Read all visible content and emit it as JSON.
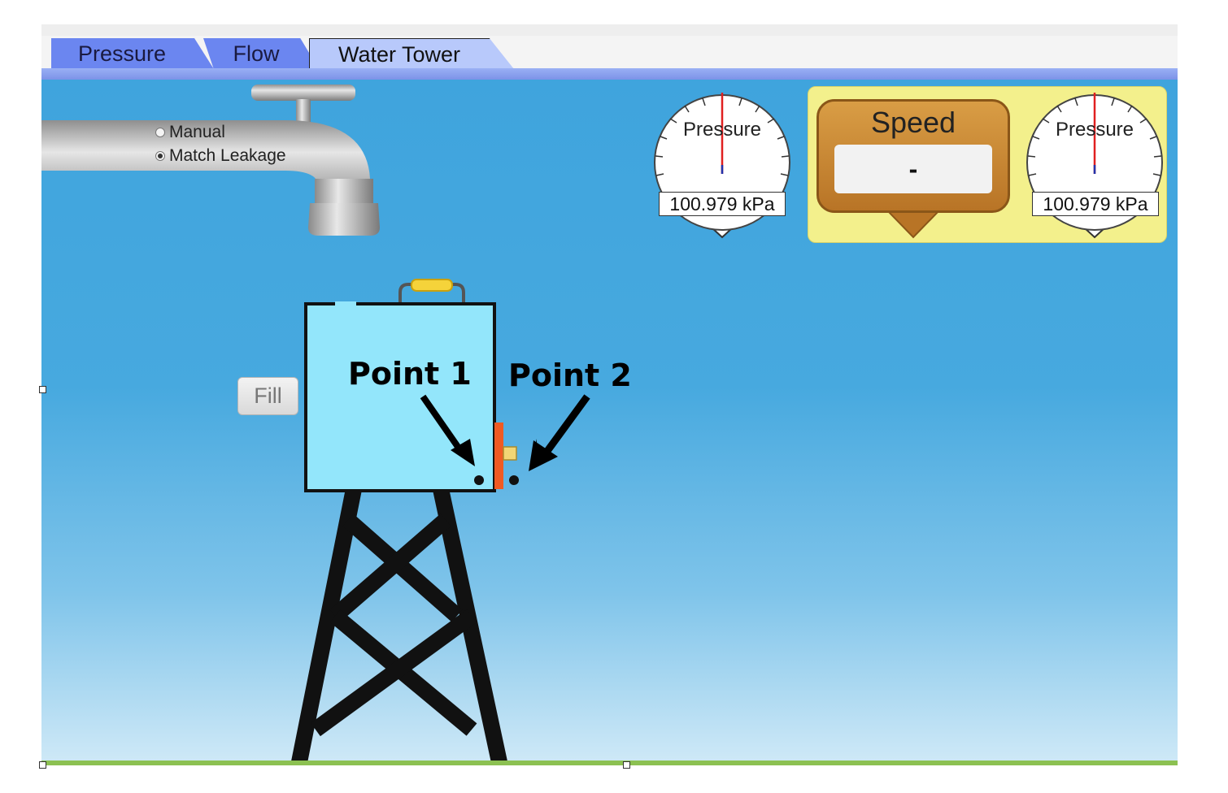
{
  "tabs": [
    {
      "label": "Pressure",
      "active": false
    },
    {
      "label": "Flow",
      "active": false
    },
    {
      "label": "Water Tower",
      "active": true
    }
  ],
  "faucet_mode": {
    "options": [
      {
        "label": "Manual",
        "selected": false
      },
      {
        "label": "Match Leakage",
        "selected": true
      }
    ]
  },
  "fill_button": {
    "label": "Fill"
  },
  "gauges": [
    {
      "label": "Pressure",
      "reading": "100.979 kPa"
    },
    {
      "label": "Pressure",
      "reading": "100.979 kPa"
    }
  ],
  "speed_meter": {
    "title": "Speed",
    "value": "-"
  },
  "points": [
    {
      "label": "Point 1"
    },
    {
      "label": "Point 2"
    }
  ],
  "colors": {
    "sky": "#47a9df",
    "tank_water": "#93e6fb",
    "tab_inactive": "#6b86f0",
    "tab_active": "#b8c9fb",
    "speed_panel": "#f3f08c",
    "speed_box": "#c7842f",
    "valve": "#f05a23",
    "gauge_needle": "#e02020",
    "ground": "#8cc152"
  }
}
